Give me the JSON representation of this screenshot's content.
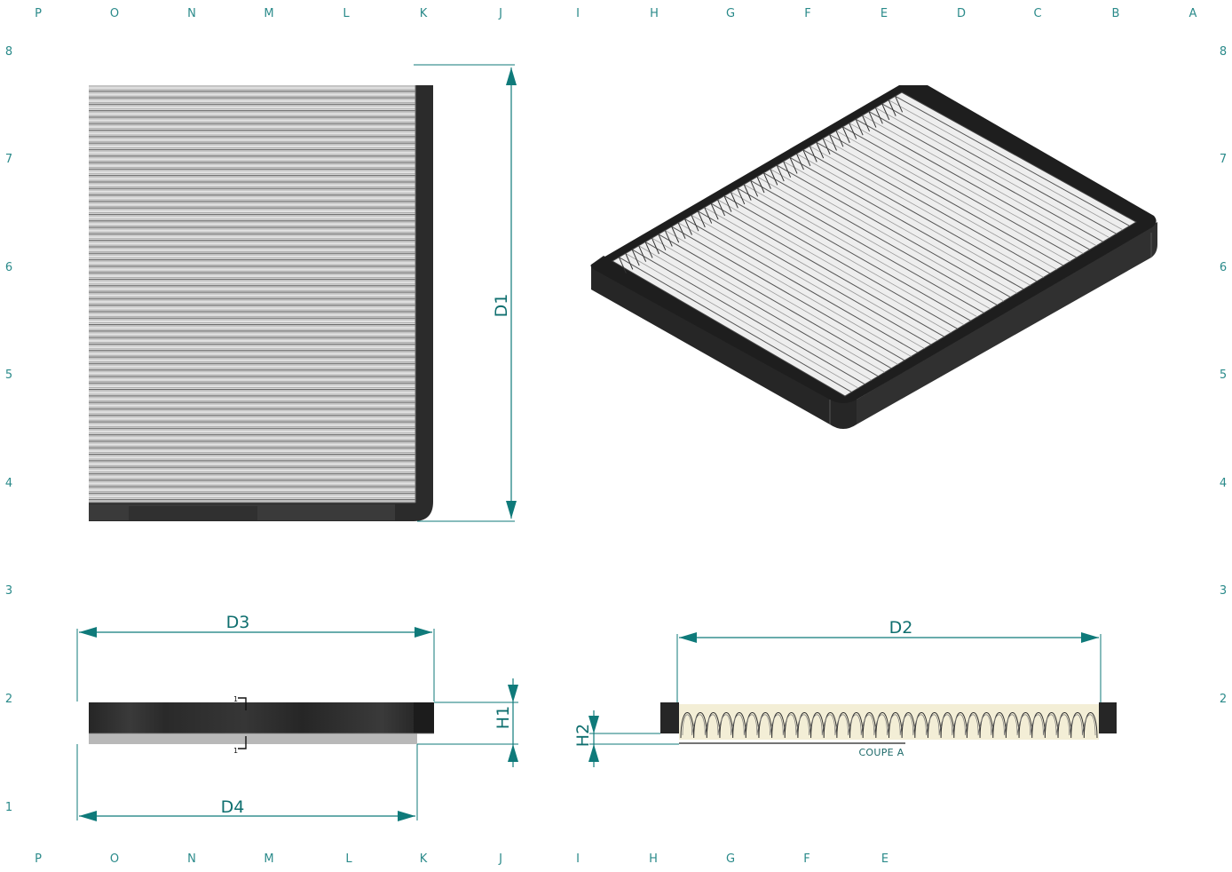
{
  "grid": {
    "top_letters": [
      "P",
      "O",
      "N",
      "M",
      "L",
      "K",
      "J",
      "I",
      "H",
      "G",
      "F",
      "E",
      "D",
      "C",
      "B",
      "A"
    ],
    "bottom_letters": [
      "P",
      "O",
      "N",
      "M",
      "L",
      "K",
      "J",
      "I",
      "H",
      "G",
      "F",
      "E"
    ],
    "left_numbers": [
      "8",
      "7",
      "6",
      "5",
      "4",
      "3",
      "2",
      "1"
    ],
    "right_numbers": [
      "8",
      "7",
      "6",
      "5",
      "4",
      "3",
      "2"
    ]
  },
  "dimensions": {
    "d1": "D1",
    "d2": "D2",
    "d3": "D3",
    "d4": "D4",
    "h1": "H1",
    "h2": "H2"
  },
  "section": {
    "label": "COUPE A"
  },
  "colors": {
    "frame": "#2a2a2a",
    "pleat_light": "#d8d8d8",
    "pleat_dark": "#5a5a5a",
    "dimension": "#0f7a7a",
    "grid_text": "#2a8a8a",
    "media": "#f3eed6"
  }
}
